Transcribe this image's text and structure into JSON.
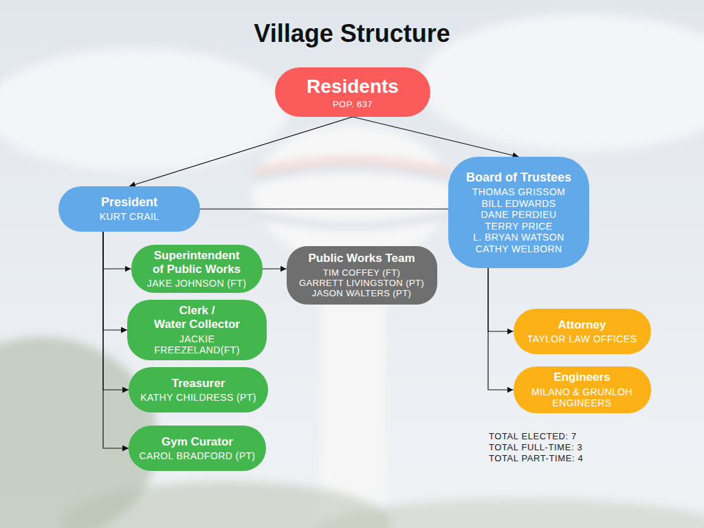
{
  "diagram": {
    "title": "Village Structure",
    "nodes": [
      {
        "text": [
          "Residents",
          "POP. 637"
        ]
      },
      {
        "text": [
          "President",
          "KURT CRAIL"
        ]
      },
      {
        "text": [
          "Board of Trustees",
          "THOMAS GRISSOM",
          "BILL EDWARDS",
          "DANE PERDIEU",
          "TERRY PRICE",
          "L. BRYAN WATSON",
          "CATHY WELBORN"
        ]
      },
      {
        "text": [
          "Superintendent of Public Works",
          "JAKE JOHNSON (FT)"
        ]
      },
      {
        "text": [
          "Public Works Team",
          "TIM COFFEY (FT)",
          "GARRETT LIVINGSTON (PT)",
          "JASON WALTERS (PT)"
        ]
      },
      {
        "text": [
          "Clerk / Water Collector",
          "JACKIE FREEZELAND(FT)"
        ]
      },
      {
        "text": [
          "Treasurer",
          "KATHY CHILDRESS (PT)"
        ]
      },
      {
        "text": [
          "Gym Curator",
          "CAROL BRADFORD (PT)"
        ]
      },
      {
        "text": [
          "Attorney",
          "TAYLOR LAW OFFICES"
        ]
      },
      {
        "text": [
          "Engineers",
          "MILANO & GRUNLOH ENGINEERS"
        ]
      }
    ],
    "edges": [
      {
        "from": 0,
        "to": 1,
        "arrow": "to"
      },
      {
        "from": 0,
        "to": 2,
        "arrow": "to"
      },
      {
        "from": 1,
        "to": 2,
        "arrow": "none"
      },
      {
        "from": 1,
        "to": 3,
        "arrow": "to"
      },
      {
        "from": 1,
        "to": 5,
        "arrow": "to"
      },
      {
        "from": 1,
        "to": 6,
        "arrow": "to"
      },
      {
        "from": 1,
        "to": 7,
        "arrow": "to"
      },
      {
        "from": 3,
        "to": 4,
        "arrow": "to"
      },
      {
        "from": 2,
        "to": 8,
        "arrow": "to"
      },
      {
        "from": 2,
        "to": 9,
        "arrow": "to"
      }
    ],
    "labels": [
      "TOTAL ELECTED: 7",
      "TOTAL FULL-TIME: 3",
      "TOTAL PART-TIME: 4"
    ]
  }
}
